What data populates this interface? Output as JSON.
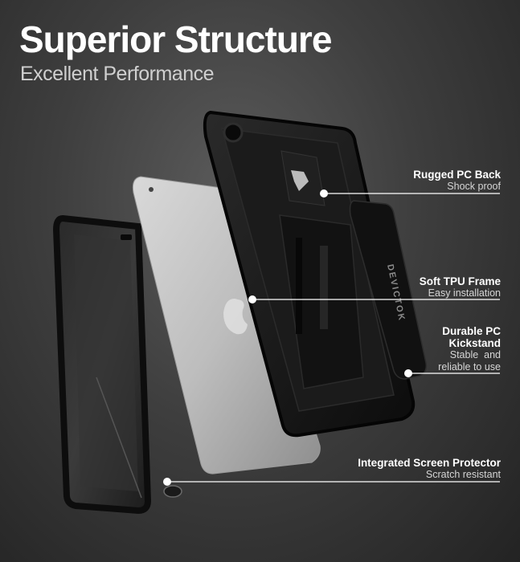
{
  "header": {
    "title": "Superior Structure",
    "subtitle": "Excellent Performance"
  },
  "callouts": [
    {
      "title": "Rugged PC Back",
      "subtitle": "Shock proof"
    },
    {
      "title": "Soft TPU Frame",
      "subtitle": "Easy installation"
    },
    {
      "title_line1": "Durable PC",
      "title_line2": "Kickstand",
      "subtitle_line1": "Stable  and",
      "subtitle_line2": "reliable to use"
    },
    {
      "title": "Integrated Screen Protector",
      "subtitle": "Scratch resistant"
    }
  ],
  "product": {
    "brand_text": "DEVICTOK"
  },
  "colors": {
    "case": "#141414",
    "tablet": "#c9c9c9",
    "line": "#ffffff"
  }
}
